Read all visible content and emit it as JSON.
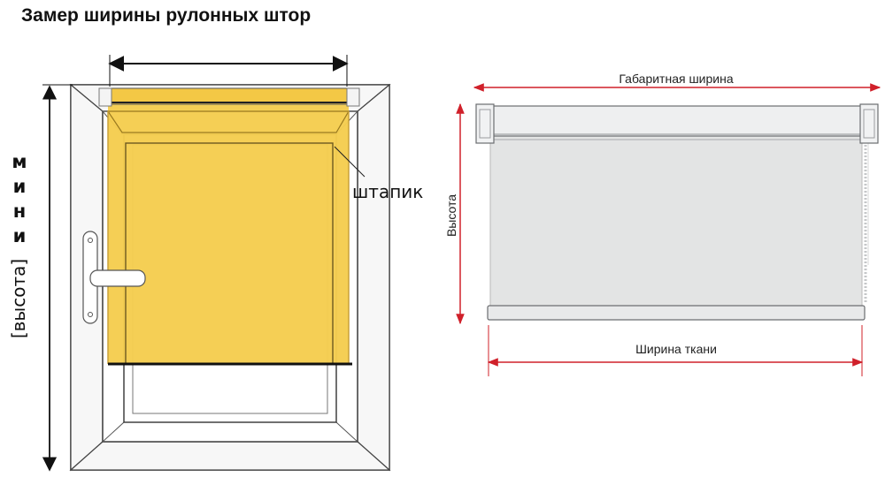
{
  "title": "Замер ширины рулонных штор",
  "left": {
    "vertical_letters": [
      "м",
      "и",
      "н",
      "и"
    ],
    "vertical_label": "[высота]",
    "shtapik_label": "штапик"
  },
  "right": {
    "overall_width_label": "Габаритная ширина",
    "height_label": "Высота",
    "fabric_width_label": "Ширина ткани"
  },
  "colors": {
    "blind_fill": "#f5cd4f",
    "blind_edge": "#caa23a",
    "frame_stroke": "#333333",
    "dimension_red": "#d0202a",
    "fabric_gray": "#e3e4e4",
    "rail_gray": "#cfd1d3"
  },
  "icons": [
    "window-handle-icon",
    "dimension-arrow-icon"
  ]
}
